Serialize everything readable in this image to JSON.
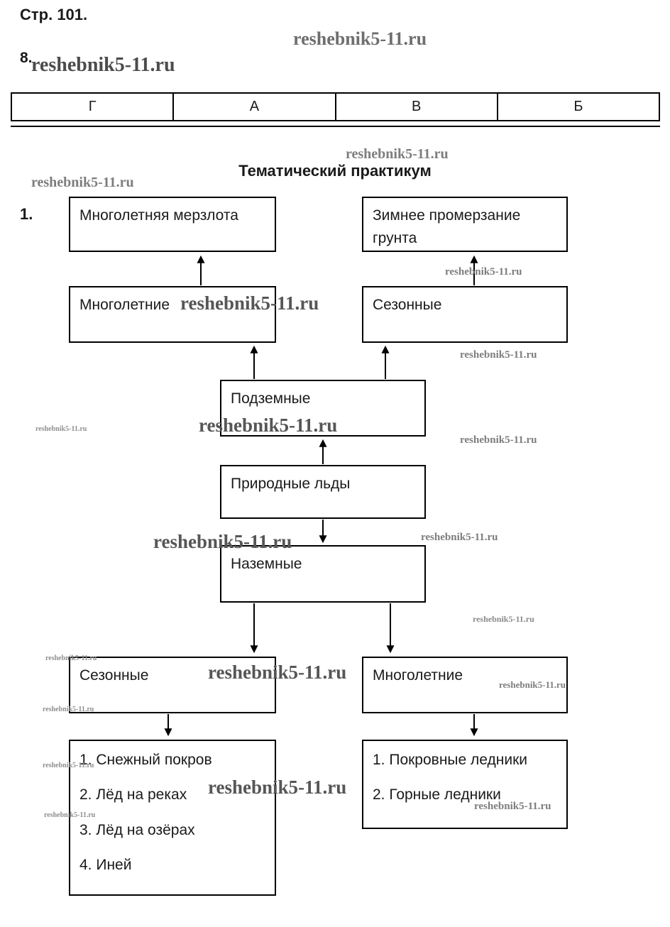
{
  "page": {
    "page_label": "Стр. 101.",
    "exercise_number": "8.",
    "practicum_title": "Тематический практикум",
    "task_number": "1."
  },
  "answer_table": {
    "cells": [
      "Г",
      "А",
      "В",
      "Б"
    ]
  },
  "watermark": {
    "text": "reshebnik5-11.ru"
  },
  "diagram": {
    "root": "Природные льды",
    "underground": "Подземные",
    "surface": "Наземные",
    "underground_perennial": "Многолетние",
    "underground_seasonal": "Сезонные",
    "permafrost": "Многолетняя мерзлота",
    "winter_freezing": "Зимнее промерзание грунта",
    "surface_seasonal": "Сезонные",
    "surface_perennial": "Многолетние",
    "seasonal_items": [
      "1. Снежный покров",
      "2. Лёд на реках",
      "3. Лёд на озёрах",
      "4. Иней"
    ],
    "perennial_items": [
      "1. Покровные ледники",
      "2. Горные ледники"
    ]
  }
}
